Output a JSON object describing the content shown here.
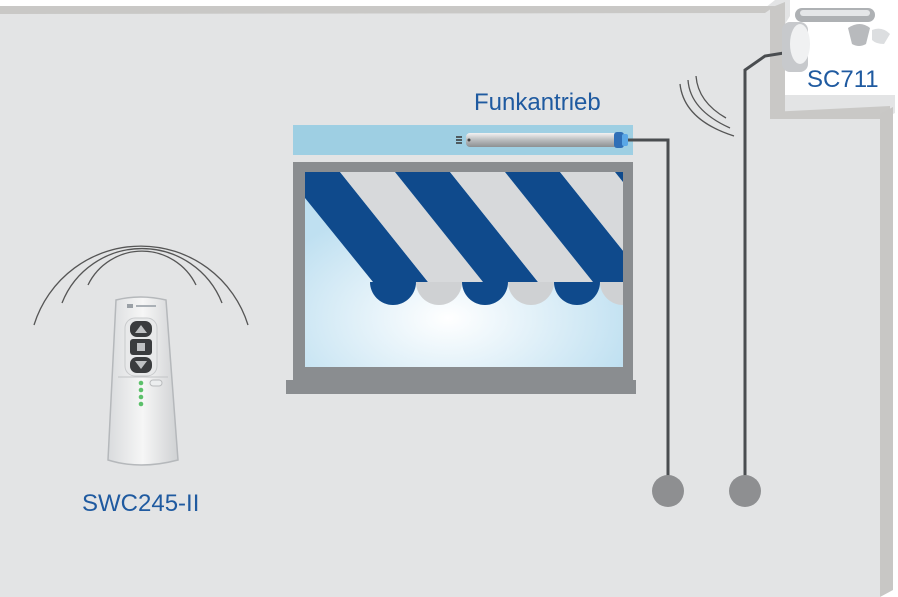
{
  "labels": {
    "motor": "Funkantrieb",
    "sensor": "SC711",
    "remote": "SWC245-II"
  },
  "colors": {
    "wall": "#e3e4e5",
    "wall_edge": "#c8c7c5",
    "label_text": "#1f5aa0",
    "stripe_dark": "#0f4a8c",
    "stripe_light": "#d7d9db",
    "window_frame": "#8a8d90",
    "wire": "#4a4d50",
    "socket": "#8e8f91"
  },
  "icons": {
    "motor": "tubular-motor-icon",
    "sensor": "sun-wind-sensor-icon",
    "remote": "remote-control-icon",
    "signal": "radio-waves-icon"
  }
}
